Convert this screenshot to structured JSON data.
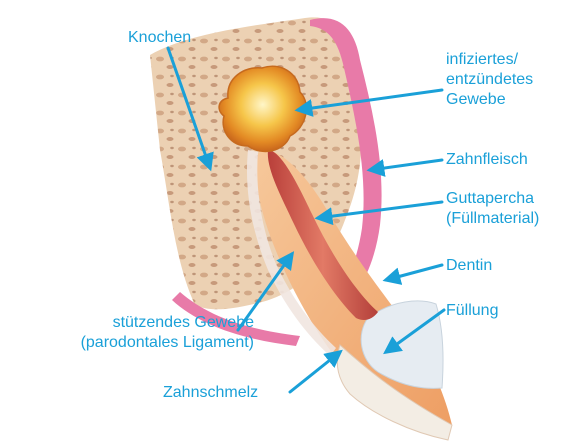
{
  "labels": {
    "knochen": "Knochen",
    "infiziert_1": "infiziertes/",
    "infiziert_2": "entzündetes",
    "infiziert_3": "Gewebe",
    "zahnfleisch": "Zahnfleisch",
    "guttapercha_1": "Guttapercha",
    "guttapercha_2": "(Füllmaterial)",
    "dentin": "Dentin",
    "fuellung": "Füllung",
    "stuetzend_1": "stützendes Gewebe",
    "stuetzend_2": "(parodontales Ligament)",
    "zahnschmelz": "Zahnschmelz"
  },
  "colors": {
    "label": "#1aa0d8",
    "arrow": "#1aa0d8",
    "gum": "#e87aa8",
    "bone": "#e9c9a6",
    "dentin": "#f2b27e",
    "root_canal": "#d2574c",
    "infection": "#f2b23a",
    "enamel": "#f3ede4",
    "filling": "#e6ecf2"
  }
}
